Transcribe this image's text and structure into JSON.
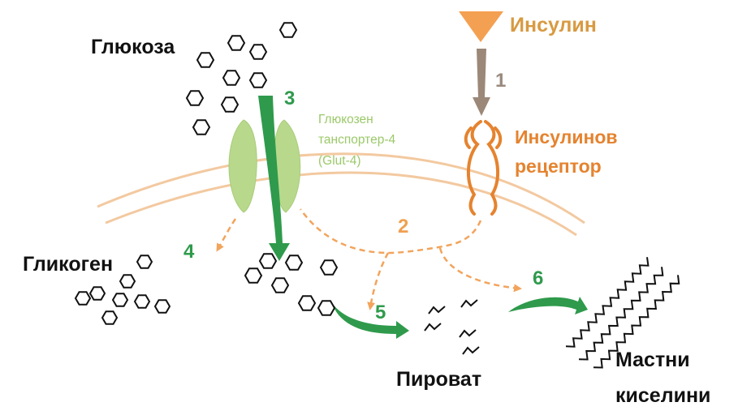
{
  "labels": {
    "glucose": "Глюкоза",
    "insulin": "Инсулин",
    "insulin_receptor_line1": "Инсулинов",
    "insulin_receptor_line2": "рецептор",
    "glut4_line1": "Глюкозен",
    "glut4_line2": "танспортер-4",
    "glut4_line3": "(Glut-4)",
    "glycogen": "Гликоген",
    "pyruvate": "Пироват",
    "fatty_acids_line1": "Мастни",
    "fatty_acids_line2": "киселини"
  },
  "steps": [
    "1",
    "2",
    "3",
    "4",
    "5",
    "6"
  ],
  "colors": {
    "membrane": "#f3c9a0",
    "insulin": "#f4a052",
    "receptor": "#e5832f",
    "transporter": "#b8d98c",
    "green_arrow": "#2f9a4c",
    "dashed_arrow": "#f2a45c",
    "gray_arrow": "#9c8878",
    "molecules": "#111111"
  }
}
